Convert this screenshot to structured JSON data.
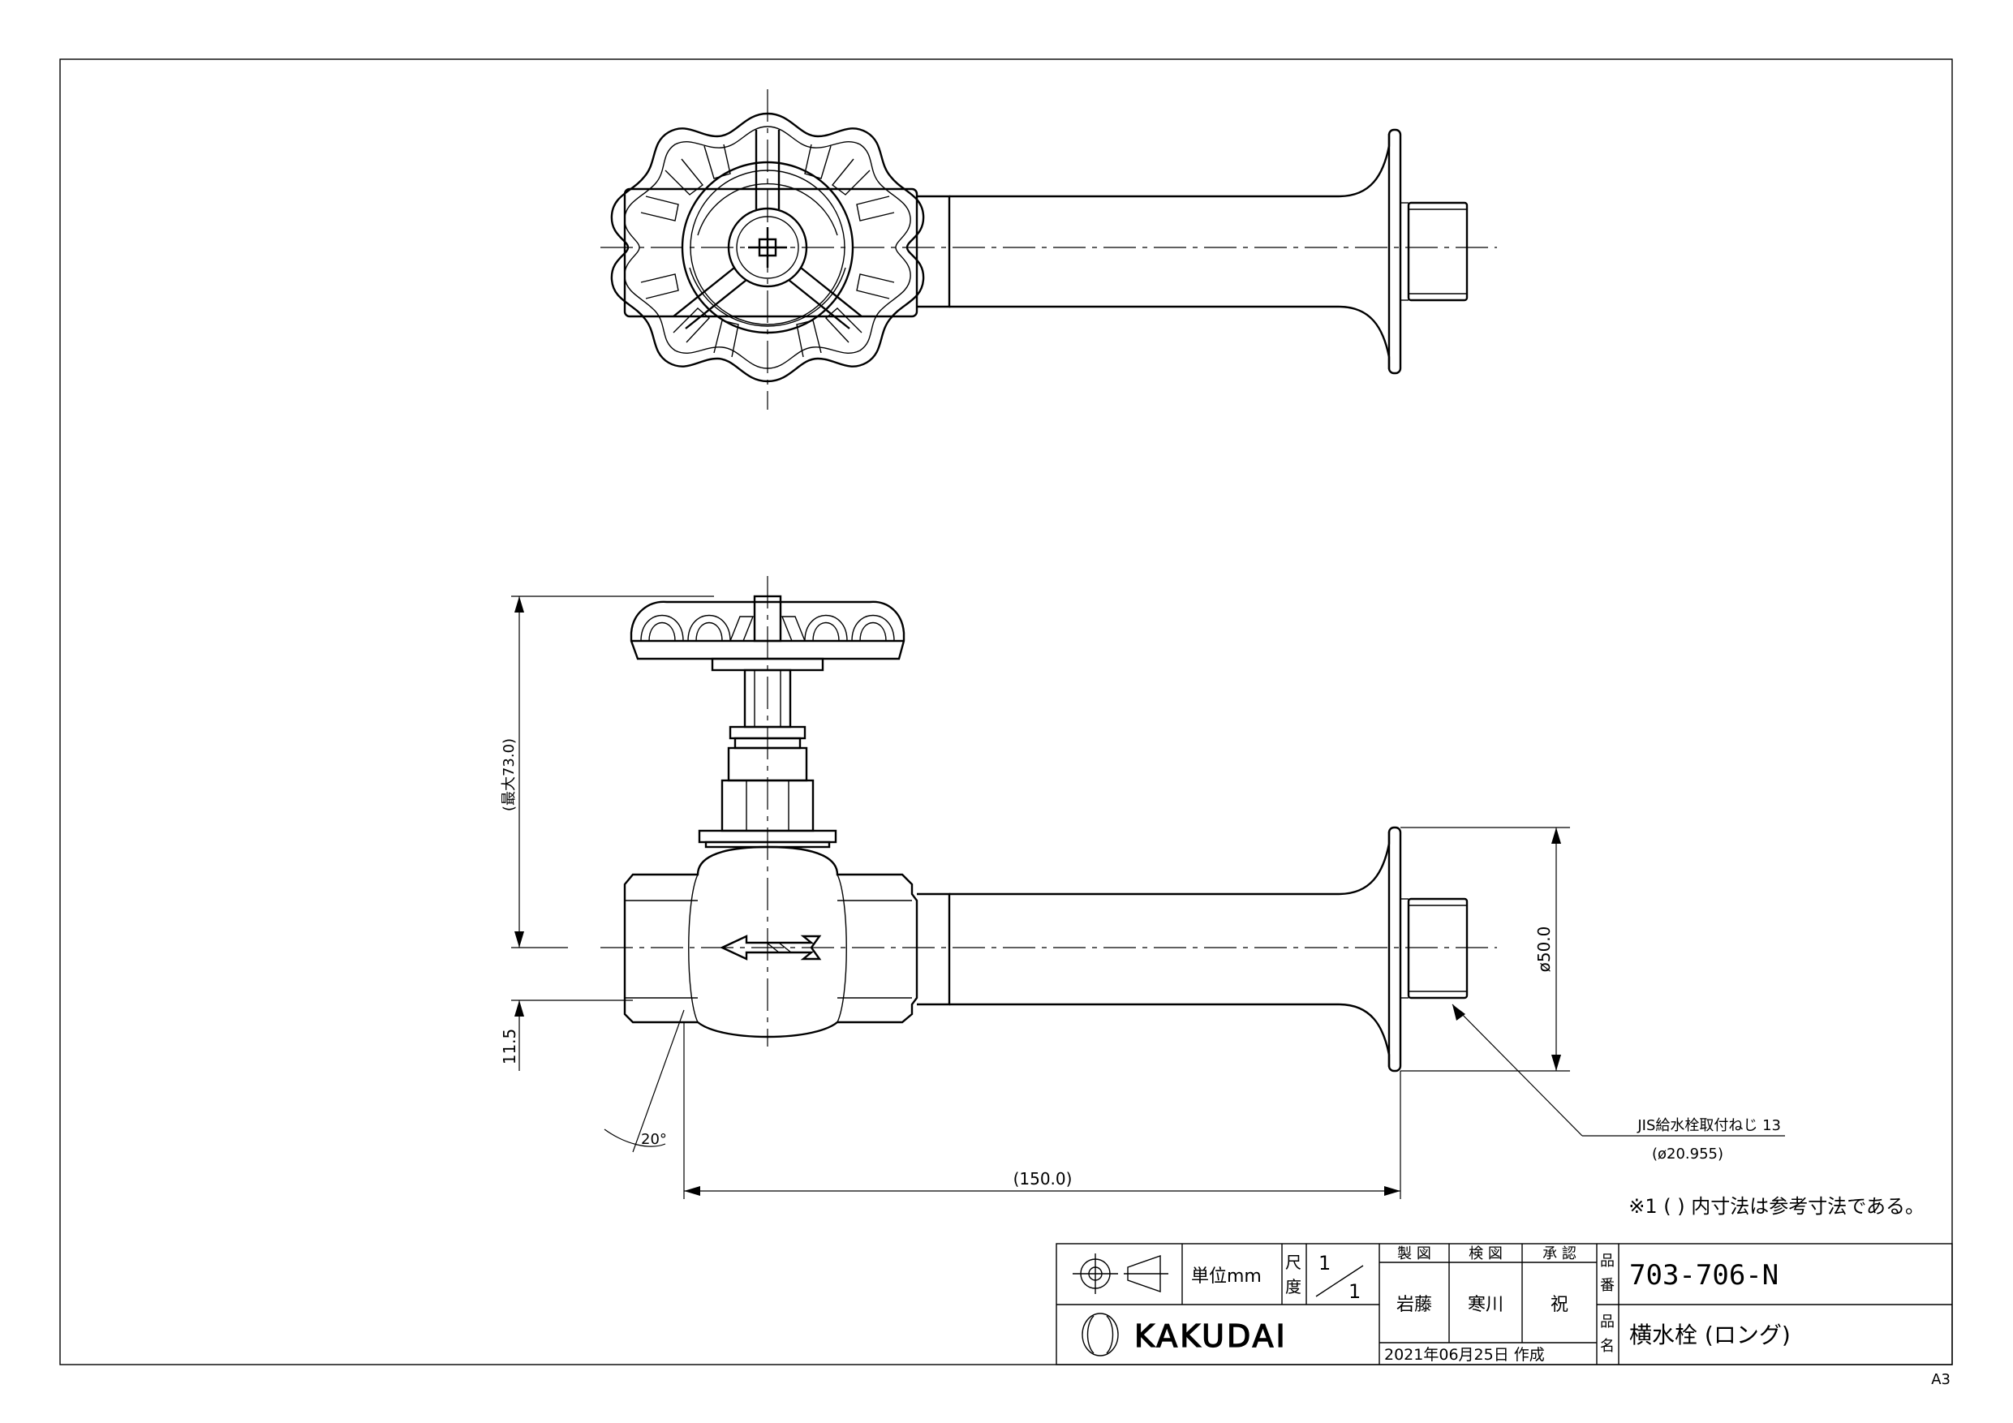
{
  "drawing": {
    "dimensions": {
      "max_height": "(最大73.0)",
      "offset": "11.5",
      "flange_diameter": "ø50.0",
      "length": "(150.0)",
      "angle": "20°"
    },
    "thread_note": {
      "line1": "JIS給水栓取付ねじ 13",
      "line2": "(ø20.955)"
    },
    "footnote": "※1  ( ) 内寸法は参考寸法である。",
    "sheet_size": "A3"
  },
  "title_block": {
    "unit_label": "単位mm",
    "scale_label_1": "尺",
    "scale_label_2": "度",
    "scale_num": "1",
    "scale_den": "1",
    "roles": {
      "drawn": "製 図",
      "checked": "検 図",
      "approved": "承 認"
    },
    "names": {
      "drawn": "岩藤",
      "checked": "寒川",
      "approved": "祝"
    },
    "date": "2021年06月25日 作成",
    "part_no_label_1": "品",
    "part_no_label_2": "番",
    "part_no": "703-706-N",
    "part_name_label_1": "品",
    "part_name_label_2": "名",
    "part_name": "横水栓 (ロング)",
    "company": "KAKUDAI"
  }
}
